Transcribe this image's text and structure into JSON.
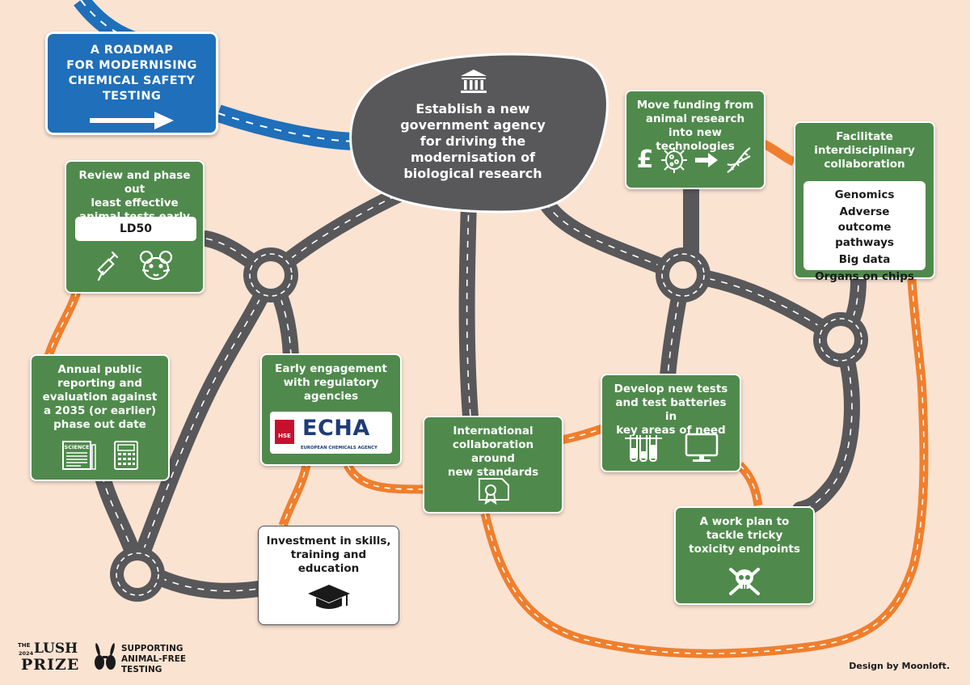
{
  "sign": {
    "title": "A ROADMAP\nFOR MODERNISING\nCHEMICAL SAFETY\nTESTING"
  },
  "agency": {
    "text": "Establish a new\ngovernment agency\nfor driving the\nmodernisation of\nbiological research"
  },
  "boxes": {
    "review": {
      "text": "Review and phase out\nleast effective\nanimal tests early",
      "tag": "LD50"
    },
    "annual": {
      "text": "Annual public\nreporting and\nevaluation against\na 2035 (or earlier)\nphase out date",
      "science_label": "SCIENCE"
    },
    "early": {
      "text": "Early engagement\nwith regulatory\nagencies",
      "hse": "HSE",
      "echa": "ECHA",
      "echa_sub": "EUROPEAN CHEMICALS AGENCY"
    },
    "investment": {
      "text": "Investment in skills,\ntraining and\neducation"
    },
    "international": {
      "text": "International\ncollaboration around\nnew standards"
    },
    "funding": {
      "text": "Move funding from\nanimal research\ninto new technologies",
      "currency": "£"
    },
    "interdisciplinary": {
      "text": "Facilitate\ninterdisciplinary\ncollaboration",
      "items": [
        "Genomics",
        "Adverse outcome pathways",
        "Big data",
        "Organs on chips"
      ]
    },
    "develop": {
      "text": "Develop new tests\nand test batteries in\nkey areas of need"
    },
    "workplan": {
      "text": "A work plan to\ntackle tricky\ntoxicity endpoints"
    }
  },
  "footer": {
    "logo_the": "THE",
    "logo_year": "2024",
    "logo_lush": "LUSH",
    "logo_prize": "PRIZE",
    "tagline": "SUPPORTING\nANIMAL-FREE\nTESTING",
    "credit": "Design by Moonloft."
  },
  "colors": {
    "background": "#fbe3d2",
    "box_green": "#4f8a4c",
    "road_grey": "#58585a",
    "road_orange": "#f07f2d",
    "road_blue": "#1f6fba",
    "agency_blob": "#58585a"
  }
}
